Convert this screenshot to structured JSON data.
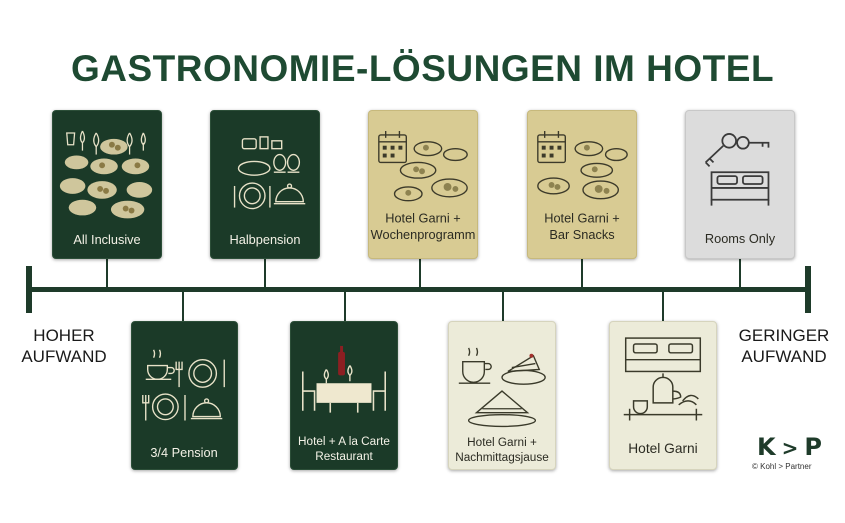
{
  "title": "GASTRONOMIE-LÖSUNGEN IM HOTEL",
  "scale": {
    "high": "HOHER\nAUFWAND",
    "low": "GERINGER\nAUFWAND"
  },
  "options_top": [
    {
      "label": "All Inclusive",
      "icon": "buffet-icon"
    },
    {
      "label": "Halbpension",
      "icon": "breakfast-dinner-icon"
    },
    {
      "label": "Hotel Garni +\nWochenprogramm",
      "icon": "calendar-food-icon"
    },
    {
      "label": "Hotel Garni +\nBar Snacks",
      "icon": "calendar-snacks-icon"
    },
    {
      "label": "Rooms Only",
      "icon": "key-bed-icon"
    }
  ],
  "options_bottom": [
    {
      "label": "3/4 Pension",
      "icon": "place-setting-icon"
    },
    {
      "label": "Hotel + A la Carte\nRestaurant",
      "icon": "restaurant-table-icon"
    },
    {
      "label": "Hotel Garni +\nNachmittagsjause",
      "icon": "coffee-cake-icon"
    },
    {
      "label": "Hotel Garni",
      "icon": "bed-breakfast-icon"
    }
  ],
  "logo": {
    "text": "K>P",
    "copyright": "© Kohl > Partner"
  },
  "colors": {
    "dark_green": "#1b3a28",
    "gold": "#d8cb93",
    "cream": "#ecebd9",
    "grey": "#dcdcdc",
    "title": "#1e4a32"
  }
}
